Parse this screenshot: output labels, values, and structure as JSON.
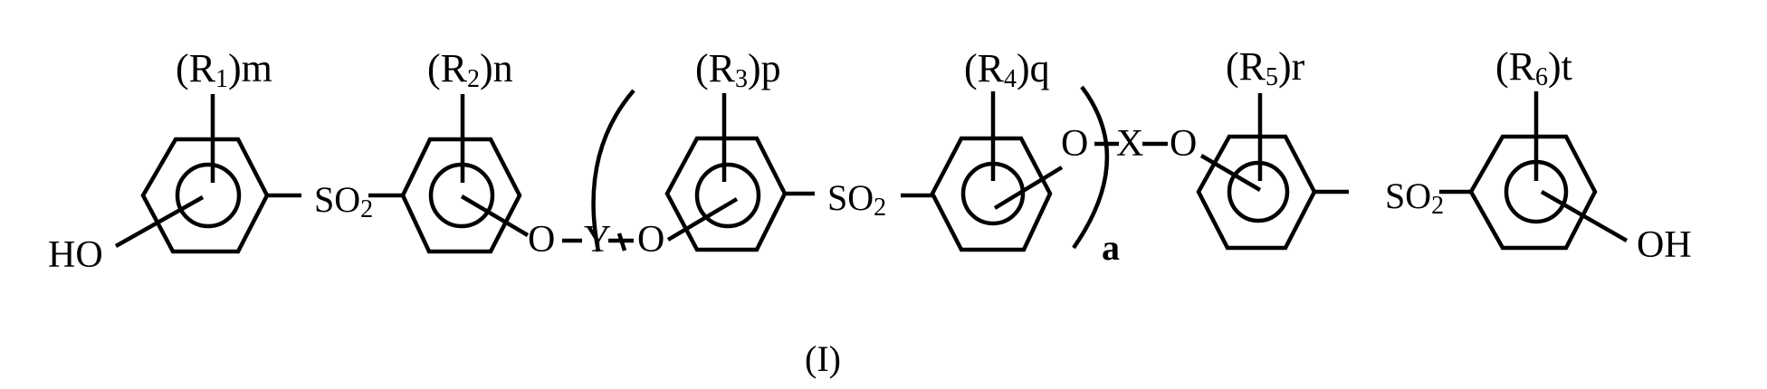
{
  "figure": {
    "type": "chemical_structure",
    "formula_label": "(I)",
    "line_color": "#000000",
    "background": "#ffffff"
  },
  "rings": [
    {
      "id": 1,
      "substituent": {
        "prefix": "(R",
        "index": "1",
        "suffix": ")m"
      }
    },
    {
      "id": 2,
      "substituent": {
        "prefix": "(R",
        "index": "2",
        "suffix": ")n"
      }
    },
    {
      "id": 3,
      "substituent": {
        "prefix": "(R",
        "index": "3",
        "suffix": ")p"
      }
    },
    {
      "id": 4,
      "substituent": {
        "prefix": "(R",
        "index": "4",
        "suffix": ")q"
      }
    },
    {
      "id": 5,
      "substituent": {
        "prefix": "(R",
        "index": "5",
        "suffix": ")r"
      }
    },
    {
      "id": 6,
      "substituent": {
        "prefix": "(R",
        "index": "6",
        "suffix": ")t"
      }
    }
  ],
  "groups": {
    "left_terminal": "HO",
    "right_terminal": "OH",
    "sulfonyl": {
      "base": "SO",
      "sub": "2"
    },
    "linker_y": "Y",
    "linker_x": "X",
    "oxygen": "O",
    "repeat_subscript": "a"
  }
}
